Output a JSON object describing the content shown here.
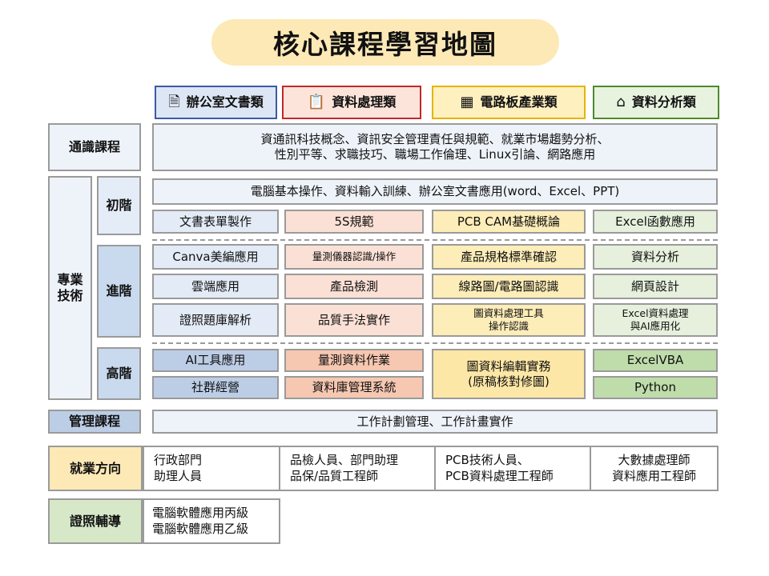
{
  "title": "核心課程學習地圖",
  "categories": [
    {
      "label": "辦公室文書類",
      "icon": "word-document-icon"
    },
    {
      "label": "資料處理類",
      "icon": "clipboard-icon"
    },
    {
      "label": "電路板產業類",
      "icon": "circuit-board-icon"
    },
    {
      "label": "資料分析類",
      "icon": "analytics-icon"
    }
  ],
  "general": {
    "label": "通識課程",
    "text_line1": "資通訊科技概念、資訊安全管理責任與規範、就業市場趨勢分析、",
    "text_line2": "性別平等、求職技巧、職場工作倫理、Linux引論、網路應用"
  },
  "professional": {
    "label_line1": "專業",
    "label_line2": "技術",
    "beginner": {
      "label": "初階",
      "common": "電腦基本操作、資料輸入訓練、辦公室文書應用(word、Excel、PPT)",
      "courses": [
        "文書表單製作",
        "5S規範",
        "PCB CAM基礎概論",
        "Excel函數應用"
      ]
    },
    "intermediate": {
      "label": "進階",
      "office": [
        "Canva美編應用",
        "雲端應用",
        "證照題庫解析"
      ],
      "data": [
        "量測儀器認識/操作",
        "產品檢測",
        "品質手法實作"
      ],
      "pcb": [
        "產品規格標準確認",
        "線路圖/電路圖認識",
        "圖資料處理工具",
        "操作認識"
      ],
      "analysis": [
        "資料分析",
        "網頁設計",
        "Excel資料處理",
        "與AI應用化"
      ]
    },
    "advanced": {
      "label": "高階",
      "office": [
        "AI工具應用",
        "社群經營"
      ],
      "data": [
        "量測資料作業",
        "資料庫管理系統"
      ],
      "pcb": [
        "圖資料編輯實務",
        "(原稿核對修圖)"
      ],
      "analysis": [
        "ExcelVBA",
        "Python"
      ]
    }
  },
  "management": {
    "label": "管理課程",
    "text": "工作計劃管理、工作計畫實作"
  },
  "employment": {
    "label": "就業方向",
    "cols": [
      [
        "行政部門",
        "助理人員"
      ],
      [
        "品檢人員、部門助理",
        "品保/品質工程師"
      ],
      [
        "PCB技術人員、",
        "PCB資料處理工程師"
      ],
      [
        "大數據處理師",
        "資料應用工程師"
      ]
    ]
  },
  "certification": {
    "label": "證照輔導",
    "lines": [
      "電腦軟體應用丙級",
      "電腦軟體應用乙級"
    ]
  }
}
